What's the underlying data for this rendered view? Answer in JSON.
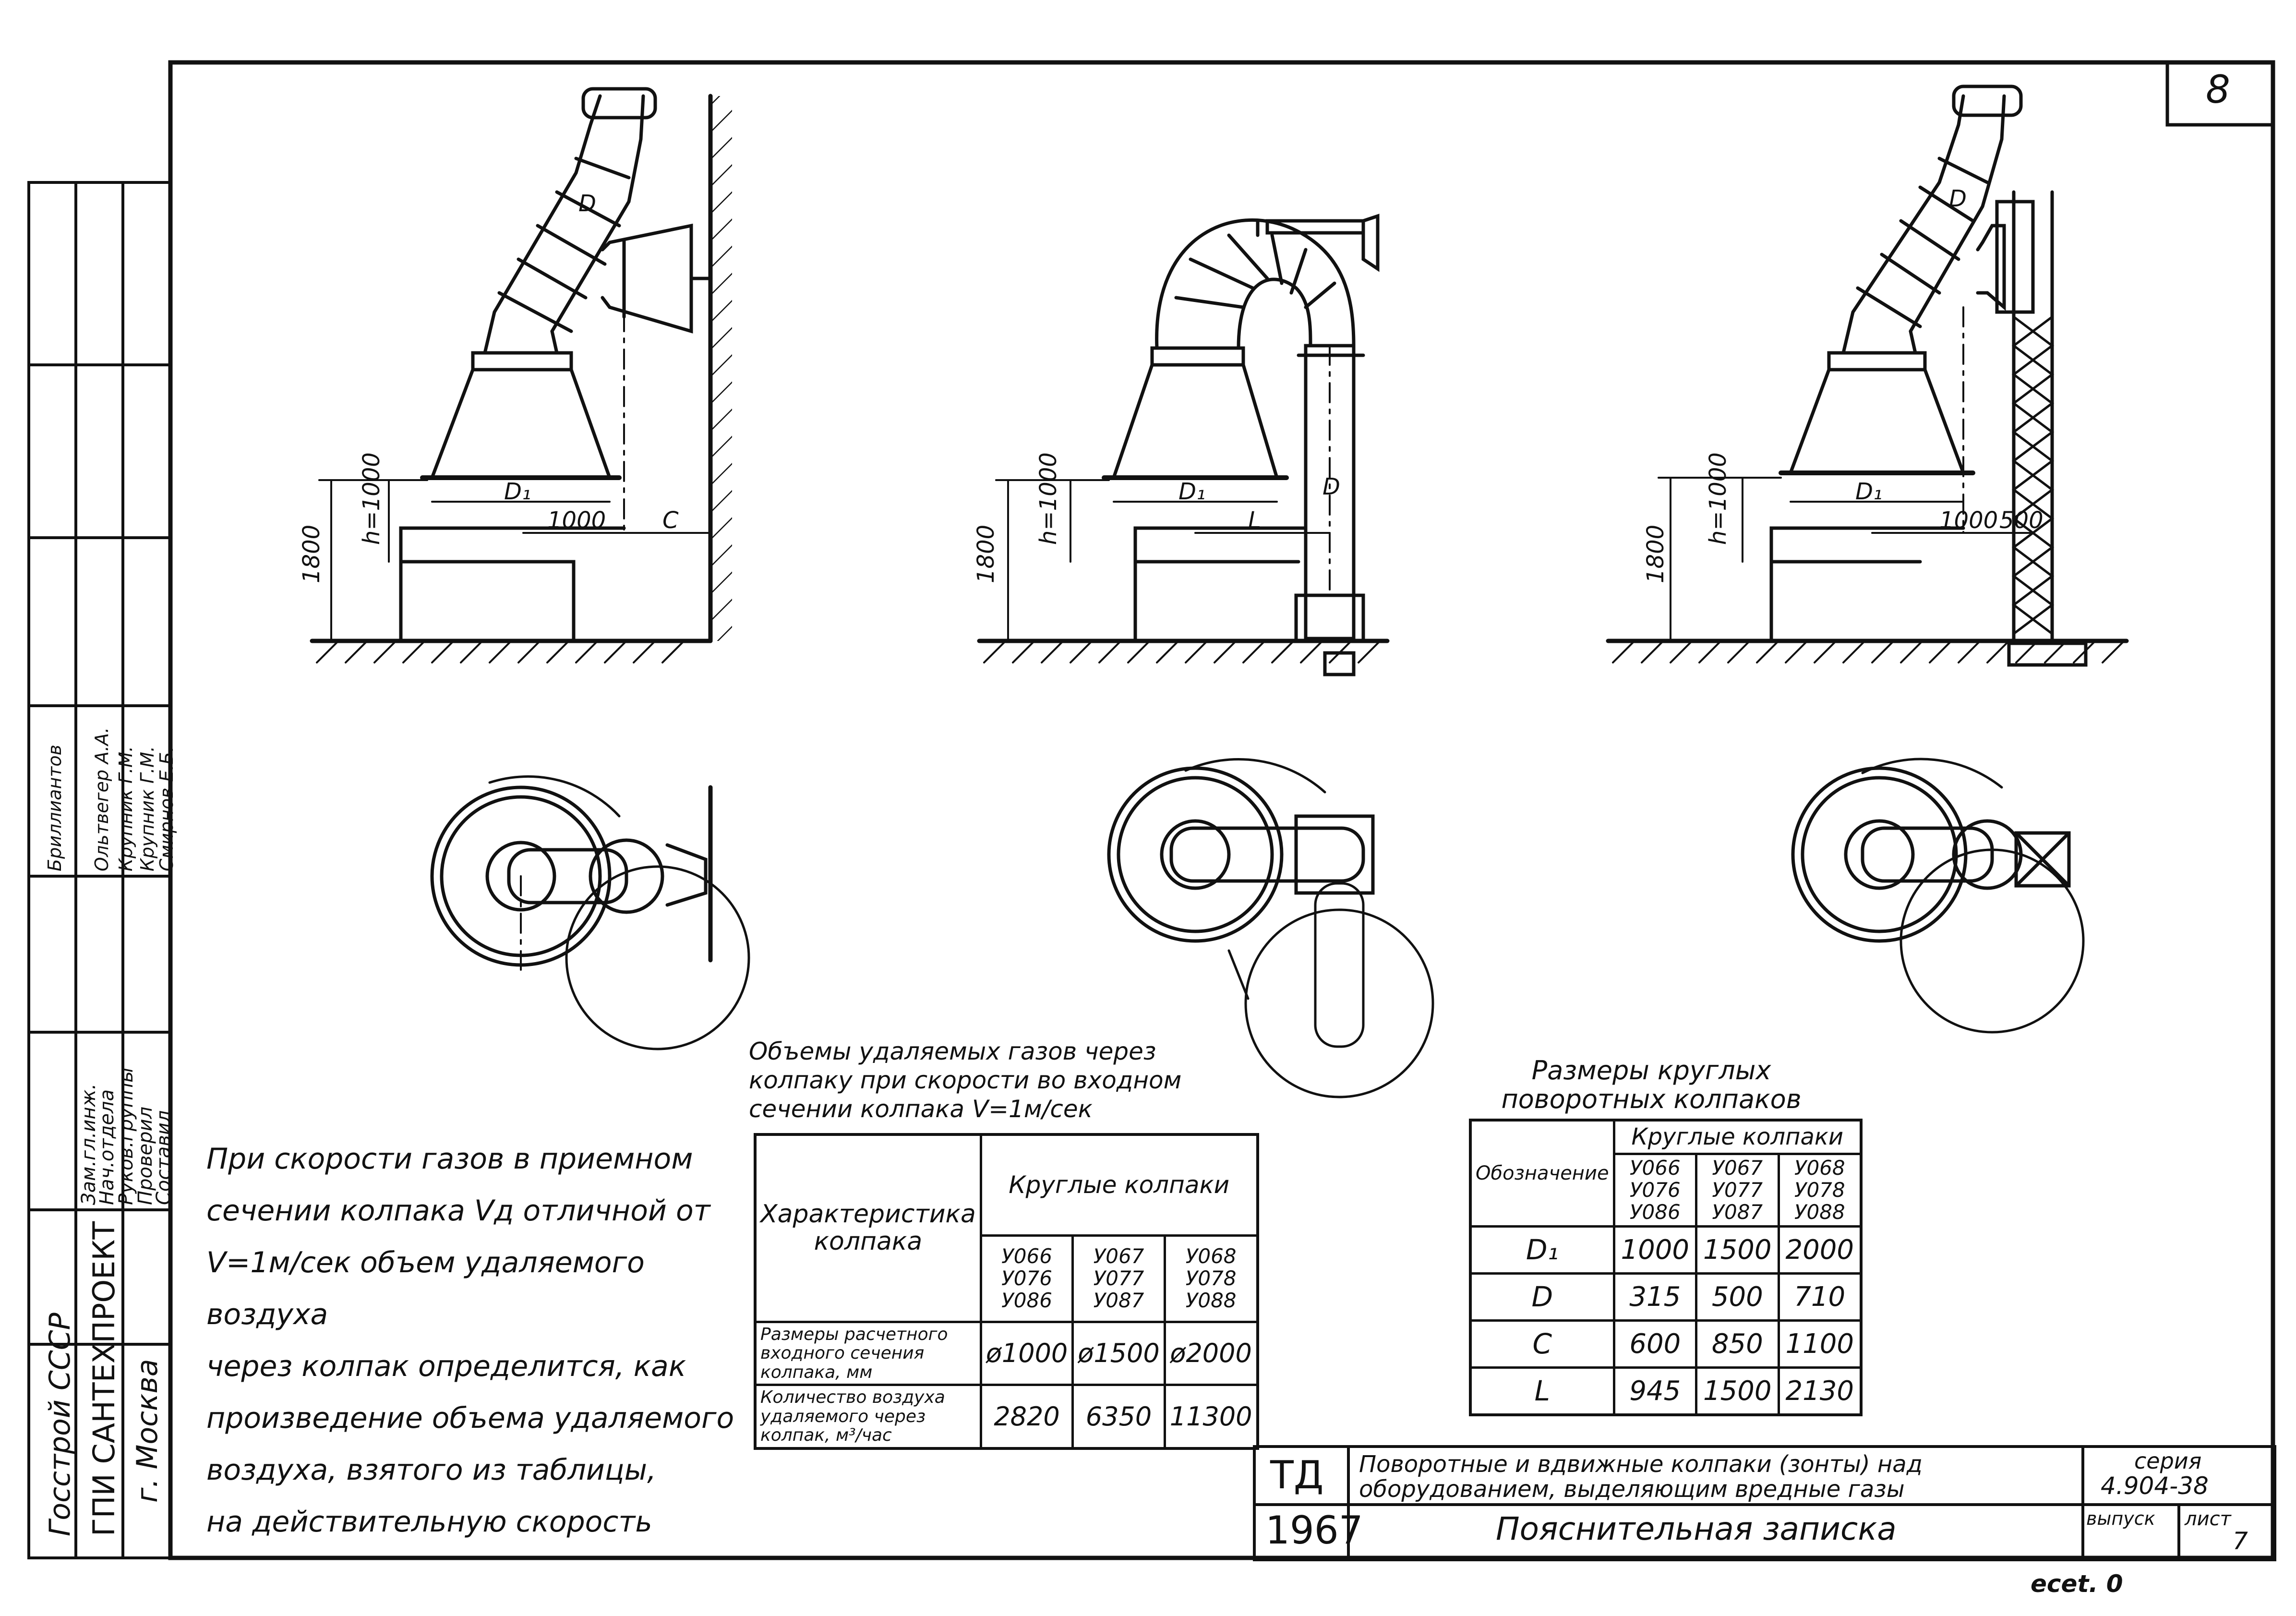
{
  "sheet_number": "8",
  "note_text": "При скорости газов в приемном\nсечении колпака Vд отличной от\nV=1м/сек объем удаляемого воздуха\nчерез колпак определится, как\nпроизведение объема удаляемого\nвоздуха, взятого из таблицы,\nна действительную скорость",
  "volumes_table": {
    "caption": "Объемы удаляемых газов через\nколпаку при скорости во входном\nсечении колпака V=1м/сек",
    "header_characteristic": "Характеристика колпака",
    "header_group": "Круглые колпаки",
    "column_models": [
      "У066\nУ076\nУ086",
      "У067\nУ077\nУ087",
      "У068\nУ078\nУ088"
    ],
    "rows": [
      {
        "label": "Размеры расчетного входного сечения колпака, мм",
        "values": [
          "ø1000",
          "ø1500",
          "ø2000"
        ]
      },
      {
        "label": "Количество воздуха удаляемого через колпак, м³/час",
        "values": [
          "2820",
          "6350",
          "11300"
        ]
      }
    ]
  },
  "sizes_table": {
    "caption": "Размеры круглых\nповоротных колпаков",
    "header_designation": "Обозначение",
    "header_group": "Круглые колпаки",
    "column_models": [
      "У066\nУ076\nУ086",
      "У067\nУ077\nУ087",
      "У068\nУ078\nУ088"
    ],
    "rows": [
      {
        "label": "D₁",
        "values": [
          "1000",
          "1500",
          "2000"
        ]
      },
      {
        "label": "D",
        "values": [
          "315",
          "500",
          "710"
        ]
      },
      {
        "label": "C",
        "values": [
          "600",
          "850",
          "1100"
        ]
      },
      {
        "label": "L",
        "values": [
          "945",
          "1500",
          "2130"
        ]
      }
    ]
  },
  "title_block": {
    "td": "ТД",
    "year": "1967",
    "title": "Поворотные и вдвижные колпаки (зонты) над\nоборудованием, выделяющим вредные газы",
    "subtitle": "Пояснительная записка",
    "series_label": "серия",
    "series": "4.904-38",
    "issue_label": "выпуск",
    "sheet_label": "лист",
    "sheet": "7"
  },
  "side_stamp": {
    "org1": "Госстрой  СССР",
    "org2": "ГПИ САНТЕХПРОЕКТ",
    "city": "г. Москва",
    "roles": [
      "Зам.гл.инж.",
      "Нач.отдела",
      "Руков.группы",
      "Проверил",
      "Составил"
    ],
    "names": [
      "Бриллиантов",
      "Ольтвегер А.А.",
      "Крупник Г.М.",
      "Крупник Г.М.",
      "Смирнов Е.Б."
    ]
  },
  "dimensions": {
    "height_total": "1800",
    "h_label": "h=1000",
    "d1": "D₁",
    "d": "D",
    "offset_1000": "1000",
    "offset_500": "500",
    "c": "C",
    "l": "L"
  },
  "corner_mark": "ecet. 0"
}
